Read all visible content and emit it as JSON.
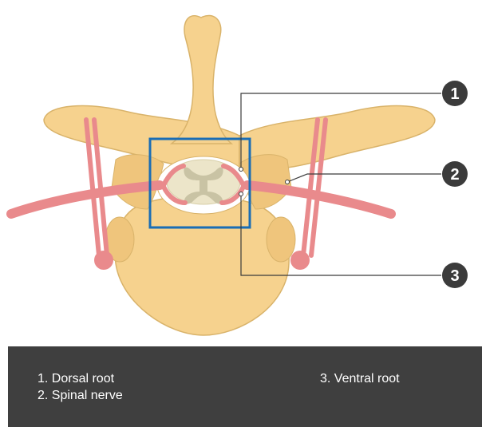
{
  "callouts": [
    {
      "number": "1"
    },
    {
      "number": "2"
    },
    {
      "number": "3"
    }
  ],
  "legend": {
    "item1": "1. Dorsal root",
    "item2": "2. Spinal nerve",
    "item3": "3. Ventral root"
  },
  "colors": {
    "bone": "#f6d28e",
    "bone_outline": "#d9b36a",
    "nerve": "#e98a8c",
    "spinal_cord": "#ece5c9",
    "gray_matter": "#c9c3a4",
    "highlight_box": "#1a6db5",
    "callout_badge": "#3b3b3b",
    "legend_bg": "#3f3f3f"
  }
}
